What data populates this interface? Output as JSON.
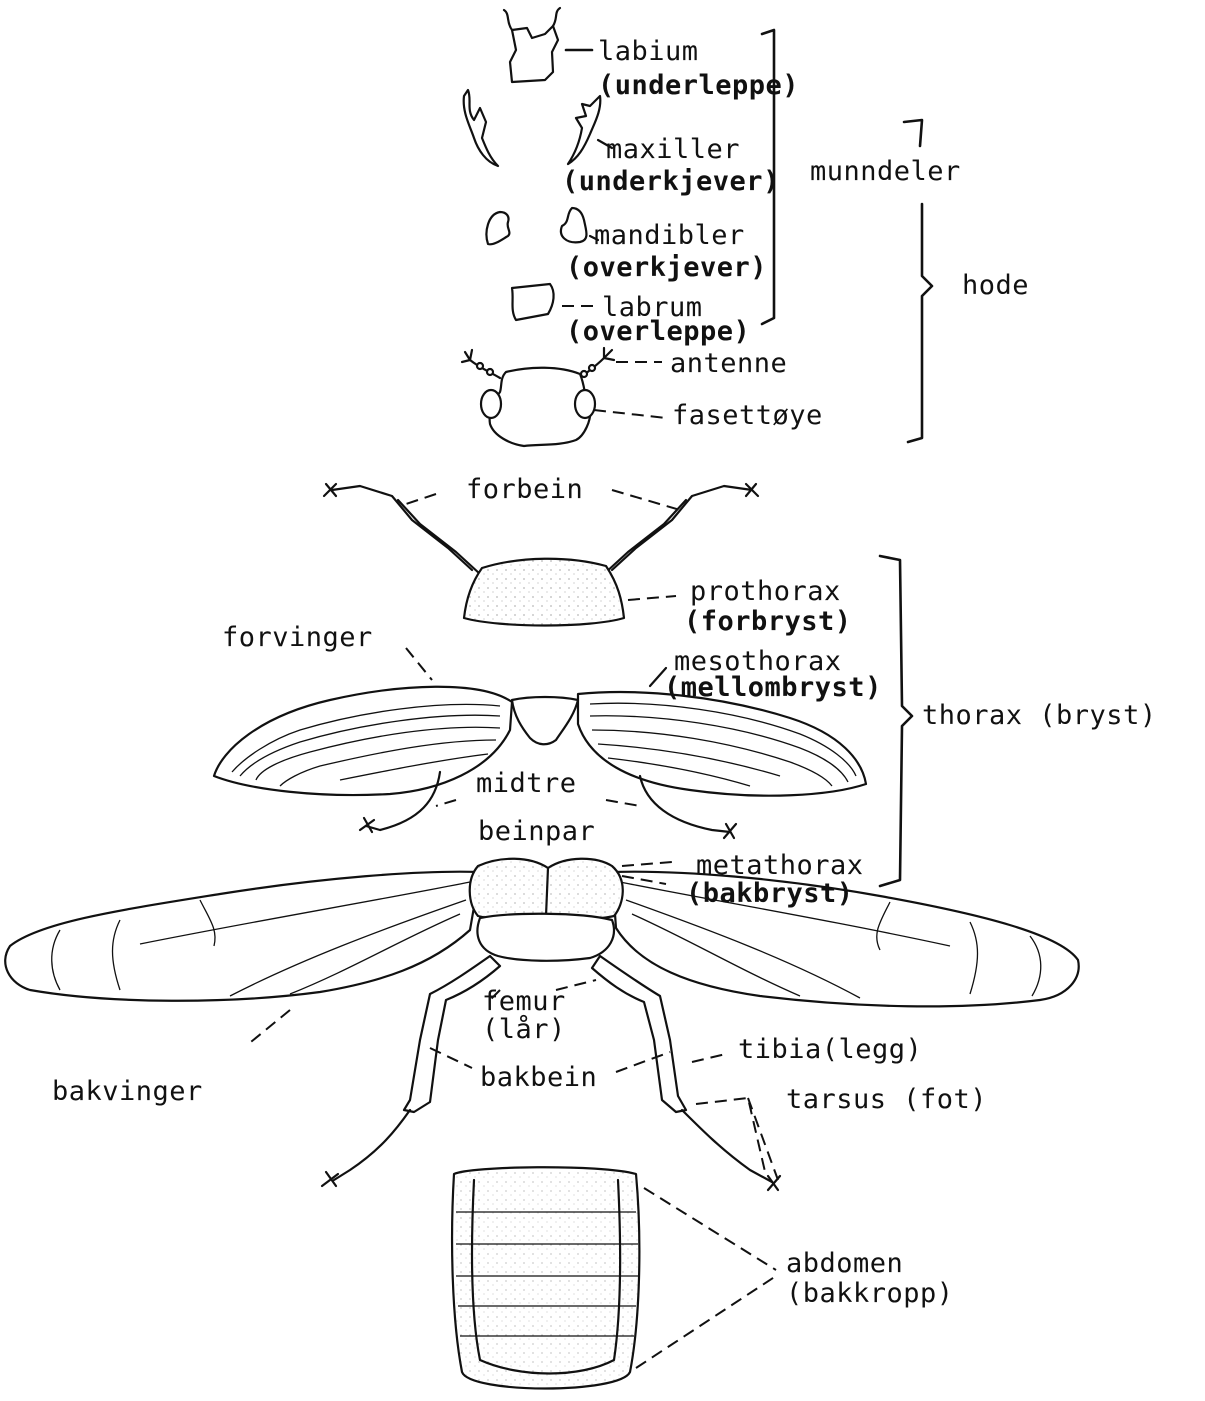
{
  "labels": {
    "labium": "labium",
    "underleppe": "(underleppe)",
    "maxiller": "maxiller",
    "underkjever": "(underkjever)",
    "munndeler": "munndeler",
    "mandibler": "mandibler",
    "overkjever": "(overkjever)",
    "hode": "hode",
    "labrum": "labrum",
    "overleppe": "(overleppe)",
    "antenne": "antenne",
    "fasettoye": "fasettøye",
    "forbein": "forbein",
    "prothorax": "prothorax",
    "forbryst": "(forbryst)",
    "forvinger": "forvinger",
    "mesothorax": "mesothorax",
    "mellombryst": "(mellombryst)",
    "thorax": "thorax (bryst)",
    "midtre": "midtre",
    "beinpar": "beinpar",
    "metathorax": "metathorax",
    "bakbryst": "(bakbryst)",
    "femur": "femur",
    "lar": "(lår)",
    "tibia": "tibia(legg)",
    "bakbein": "bakbein",
    "bakvinger": "bakvinger",
    "tarsus": "tarsus (fot)",
    "abdomen": "abdomen",
    "bakkropp": "(bakkropp)"
  }
}
